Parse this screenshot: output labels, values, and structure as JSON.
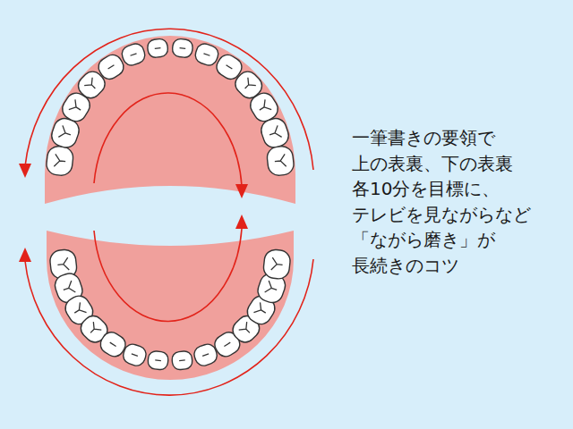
{
  "diagram": {
    "labels": [
      "一筆書きの要領で",
      "上の表裏、下の表裏",
      "各10分を目標に、",
      "テレビを見ながらなど",
      "「ながら磨き」が",
      "長続きのコツ"
    ]
  }
}
